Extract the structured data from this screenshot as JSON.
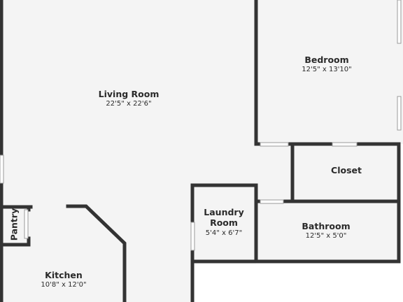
{
  "rooms": {
    "living_room": {
      "name": "Living Room",
      "dims": "22'5\" x 22'6\""
    },
    "bedroom": {
      "name": "Bedroom",
      "dims": "12'5\" x 13'10\""
    },
    "closet": {
      "name": "Closet"
    },
    "laundry_room": {
      "name": "Laundry Room",
      "name_line1": "Laundry",
      "name_line2": "Room",
      "dims": "5'4\" x 6'7\""
    },
    "bathroom": {
      "name": "Bathroom",
      "dims": "12'5\" x 5'0\""
    },
    "pantry": {
      "name": "Pantry"
    },
    "kitchen": {
      "name": "Kitchen",
      "dims": "10'8\" x 12'0\""
    }
  },
  "colors": {
    "floor": "#f4f4f4",
    "wall": "#333333",
    "outside": "#ffffff"
  }
}
